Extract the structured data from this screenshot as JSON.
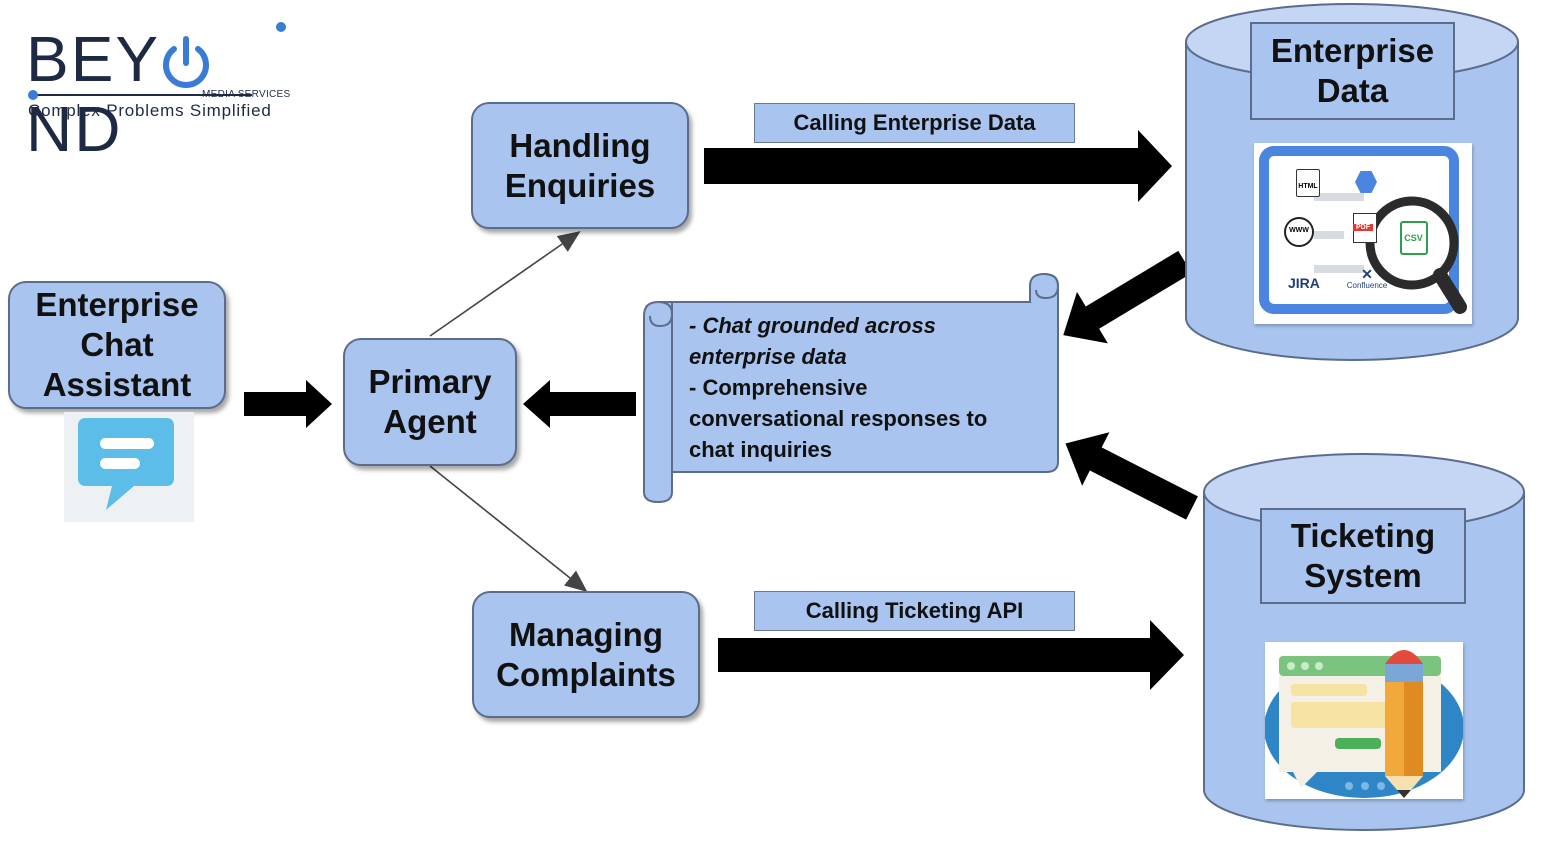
{
  "logo": {
    "brand_pre": "BEY",
    "brand_post": "ND",
    "division": "MEDIA SERVICES",
    "tagline": "Complex Problems Simplified"
  },
  "nodes": {
    "enterprise_chat_assistant": [
      "Enterprise",
      "Chat",
      "Assistant"
    ],
    "primary_agent": [
      "Primary",
      "Agent"
    ],
    "handling_enquiries": [
      "Handling",
      "Enquiries"
    ],
    "managing_complaints": [
      "Managing",
      "Complaints"
    ]
  },
  "edges": {
    "calling_enterprise_data": "Calling Enterprise Data",
    "calling_ticketing_api": "Calling Ticketing API"
  },
  "scroll": {
    "line1": "- Chat grounded across",
    "line2": "enterprise data",
    "line3": "- Comprehensive",
    "line4": "conversational responses to",
    "line5": "chat inquiries"
  },
  "databases": {
    "enterprise_data": [
      "Enterprise",
      "Data"
    ],
    "ticketing_system": [
      "Ticketing",
      "System"
    ]
  },
  "enterprise_icons": {
    "html": "HTML",
    "pdf": "PDF",
    "csv": "CSV",
    "www": "WWW",
    "jira": "JIRA",
    "confluence": "Confluence"
  },
  "colors": {
    "box_fill": "#a9c4ef",
    "box_border": "#5b6d8a",
    "db_fill": "#a9c4ef",
    "logo_accent": "#3a7bd5"
  }
}
